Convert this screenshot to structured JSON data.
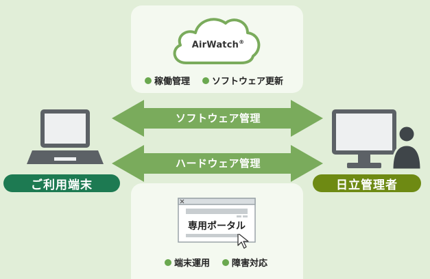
{
  "cloud": {
    "name": "AirWatch",
    "mark": "®"
  },
  "top_features": [
    "稼働管理",
    "ソフトウェア更新"
  ],
  "arrows": {
    "software": "ソフトウェア管理",
    "hardware": "ハードウェア管理"
  },
  "left_label": "ご利用端末",
  "right_label": "日立管理者",
  "portal": {
    "title": "専用ポータル"
  },
  "bottom_features": [
    "端末運用",
    "障害対応"
  ],
  "colors": {
    "background": "#e1eed8",
    "arrow": "#7aab5c",
    "dot": "#6aa84f",
    "user_pill": "#1d7a52",
    "admin_pill": "#6e8a13",
    "device": "#5c6166"
  }
}
